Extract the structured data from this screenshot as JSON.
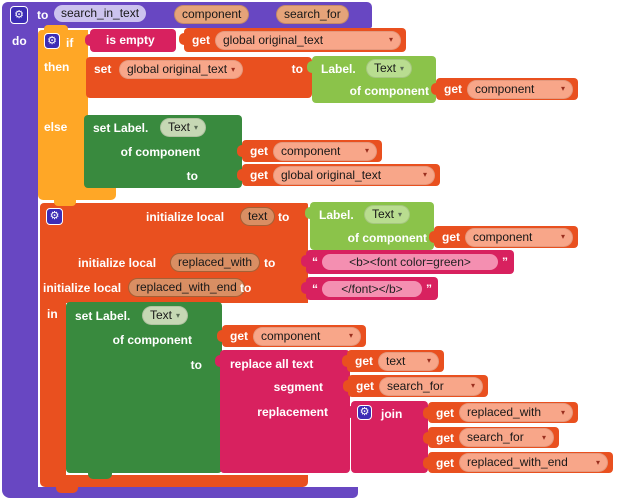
{
  "icons": {
    "gear": "⚙",
    "dropdown": "▾",
    "open_quote": "“",
    "close_quote": "”"
  },
  "procedure": {
    "keyword": "to",
    "name": "search_in_text",
    "params": [
      "component",
      "search_for"
    ],
    "do_label": "do"
  },
  "control_if": {
    "if_label": "if",
    "then_label": "then",
    "else_label": "else"
  },
  "logic": {
    "is_empty": "is empty"
  },
  "labels": {
    "get": "get",
    "set": "set",
    "to": "to",
    "of_component": "of component",
    "in": "in",
    "initialize_local": "initialize local",
    "set_label": "set Label.",
    "label_component": "Label.",
    "text_property": "Text",
    "replace_all_text": "replace all text",
    "segment": "segment",
    "replacement": "replacement",
    "join": "join"
  },
  "variables": {
    "global_original_text": "global original_text",
    "component": "component",
    "local_text": "text",
    "search_for": "search_for",
    "replaced_with": "replaced_with",
    "replaced_with_end": "replaced_with_end"
  },
  "strings": {
    "replaced_with_value": "<b><font color=green>",
    "replaced_with_end_value": "</font></b>"
  },
  "colors": {
    "procedure": "#6847C2",
    "control": "#FFA726",
    "variables": "#E9501F",
    "text_logic": "#D8215F",
    "component_getter": "#8BC34A",
    "component_setter": "#398A3E",
    "string_field": "#F48FB1"
  }
}
